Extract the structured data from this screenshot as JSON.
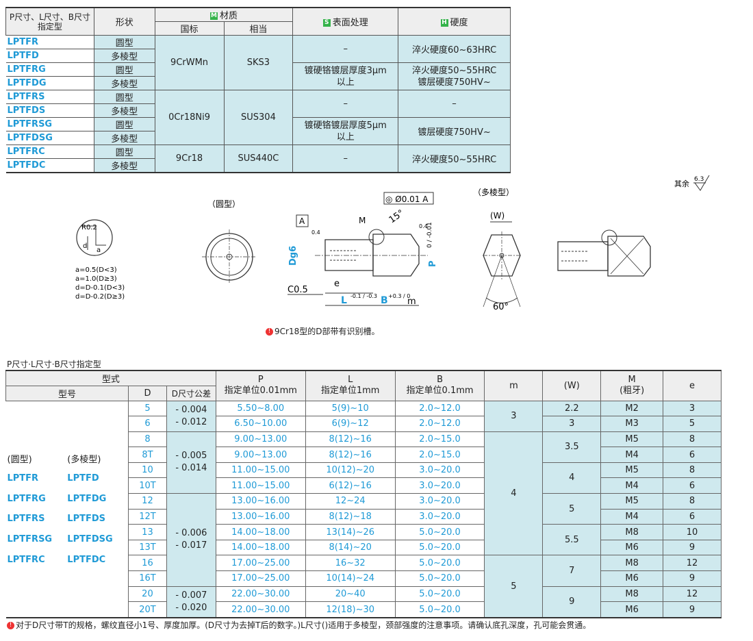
{
  "top_table": {
    "headers": {
      "col1": "P尺寸、L尺寸、B尺寸指定型",
      "col2": "形状",
      "material_tag": "M",
      "material": "材质",
      "std": "国标",
      "equiv": "相当",
      "surface_tag": "S",
      "surface": "表面处理",
      "hardness_tag": "H",
      "hardness": "硬度"
    },
    "codes": [
      "LPTFR",
      "LPTFD",
      "LPTFRG",
      "LPTFDG",
      "LPTFRS",
      "LPTFDS",
      "LPTFRSG",
      "LPTFDSG",
      "LPTFRC",
      "LPTFDC"
    ],
    "shapes": [
      "圆型",
      "多棱型",
      "圆型",
      "多棱型",
      "圆型",
      "多棱型",
      "圆型",
      "多棱型",
      "圆型",
      "多棱型"
    ],
    "materials": [
      {
        "std": "9CrWMn",
        "equiv": "SKS3"
      },
      {
        "std": "0Cr18Ni9",
        "equiv": "SUS304"
      },
      {
        "std": "9Cr18",
        "equiv": "SUS440C"
      }
    ],
    "surface": [
      "–",
      "镀硬铬镀层厚度3μm以上",
      "–",
      "镀硬铬镀层厚度5μm以上",
      "–"
    ],
    "hardness": [
      "淬火硬度60~63HRC",
      "淬火硬度50~55HRC 镀层硬度750HV~",
      "–",
      "镀层硬度750HV~",
      "淬火硬度50~55HRC"
    ]
  },
  "drawing": {
    "round_label": "（圆型）",
    "poly_label": "（多棱型）",
    "rest_label": "其余",
    "roughness": "6.3",
    "detail": {
      "r": "R0.2",
      "a_d": "a",
      "d": "d",
      "notes": [
        "a=0.5(D<3)",
        "a=1.0(D≥3)",
        "d=D-0.1(D<3)",
        "d=D-0.2(D≥3)"
      ]
    },
    "dims": {
      "tol_frame": "◎ Ø0.01 A",
      "datum": "A",
      "m_label": "M",
      "angle": "15°",
      "dg6": "Dg6",
      "p": "P",
      "p_tol": "0 / -0.01",
      "c": "C0.5",
      "e": "e",
      "l": "L",
      "l_tol": "-0.1 / -0.3",
      "b": "B",
      "b_tol": "+0.3 / 0",
      "m": "m",
      "ra": "0.4",
      "w": "(W)",
      "angle60": "60°"
    },
    "note": "9Cr18型的D部带有识别槽。"
  },
  "bottom_table": {
    "title": "P尺寸·L尺寸·B尺寸指定型",
    "headers": {
      "type": "型式",
      "model": "型号",
      "d": "D",
      "dtol": "D尺寸公差",
      "p": "P",
      "p_sub": "指定单位0.01mm",
      "l": "L",
      "l_sub": "指定单位1mm",
      "b": "B",
      "b_sub": "指定单位0.1mm",
      "m": "m",
      "w": "(W)",
      "mm": "M",
      "mm_sub": "(粗牙)",
      "e": "e"
    },
    "model_head": {
      "round": "(圆型)",
      "poly": "(多棱型)"
    },
    "models": [
      {
        "round": "LPTFR",
        "poly": "LPTFD"
      },
      {
        "round": "LPTFRG",
        "poly": "LPTFDG"
      },
      {
        "round": "LPTFRS",
        "poly": "LPTFDS"
      },
      {
        "round": "LPTFRSG",
        "poly": "LPTFDSG"
      },
      {
        "round": "LPTFRC",
        "poly": "LPTFDC"
      }
    ],
    "rows": [
      {
        "d": "5",
        "p": "5.50~8.00",
        "l": "5(9)~10",
        "b": "2.0~12.0",
        "mm": "M2",
        "e": "3"
      },
      {
        "d": "6",
        "p": "6.50~10.00",
        "l": "6(9)~12",
        "b": "2.0~12.0",
        "mm": "M3",
        "e": "5"
      },
      {
        "d": "8",
        "p": "9.00~13.00",
        "l": "8(12)~16",
        "b": "2.0~15.0",
        "mm": "M5",
        "e": "8"
      },
      {
        "d": "8T",
        "p": "9.00~13.00",
        "l": "8(12)~16",
        "b": "2.0~15.0",
        "mm": "M4",
        "e": "6"
      },
      {
        "d": "10",
        "p": "11.00~15.00",
        "l": "10(12)~20",
        "b": "3.0~20.0",
        "mm": "M5",
        "e": "8"
      },
      {
        "d": "10T",
        "p": "11.00~15.00",
        "l": "6(12)~16",
        "b": "3.0~20.0",
        "mm": "M4",
        "e": "6"
      },
      {
        "d": "12",
        "p": "13.00~16.00",
        "l": "12~24",
        "b": "3.0~20.0",
        "mm": "M5",
        "e": "8"
      },
      {
        "d": "12T",
        "p": "13.00~16.00",
        "l": "8(12)~18",
        "b": "3.0~20.0",
        "mm": "M4",
        "e": "6"
      },
      {
        "d": "13",
        "p": "14.00~18.00",
        "l": "13(14)~26",
        "b": "5.0~20.0",
        "mm": "M8",
        "e": "10"
      },
      {
        "d": "13T",
        "p": "14.00~18.00",
        "l": "8(14)~20",
        "b": "5.0~20.0",
        "mm": "M6",
        "e": "9"
      },
      {
        "d": "16",
        "p": "17.00~25.00",
        "l": "16~32",
        "b": "5.0~20.0",
        "mm": "M8",
        "e": "12"
      },
      {
        "d": "16T",
        "p": "17.00~25.00",
        "l": "10(14)~24",
        "b": "5.0~20.0",
        "mm": "M6",
        "e": "9"
      },
      {
        "d": "20",
        "p": "22.00~30.00",
        "l": "20~40",
        "b": "5.0~20.0",
        "mm": "M8",
        "e": "12"
      },
      {
        "d": "20T",
        "p": "22.00~30.00",
        "l": "12(18)~30",
        "b": "5.0~20.0",
        "mm": "M6",
        "e": "9"
      }
    ],
    "dtol": [
      {
        "upper": "- 0.004",
        "lower": "- 0.012"
      },
      {
        "upper": "- 0.005",
        "lower": "- 0.014"
      },
      {
        "upper": "- 0.006",
        "lower": "- 0.017"
      },
      {
        "upper": "- 0.007",
        "lower": "- 0.020"
      }
    ],
    "m_vals": [
      "3",
      "4",
      "5"
    ],
    "w_vals": [
      "2.2",
      "3",
      "3.5",
      "4",
      "5",
      "5.5",
      "7",
      "9"
    ],
    "footnote": "对于D尺寸带T的规格，螺纹直径小1号、厚度加厚。(D尺寸为去掉T后的数字。)L尺寸()适用于多棱型，颈部强度的注意事项。请确认底孔深度，孔可能会贯通。"
  }
}
